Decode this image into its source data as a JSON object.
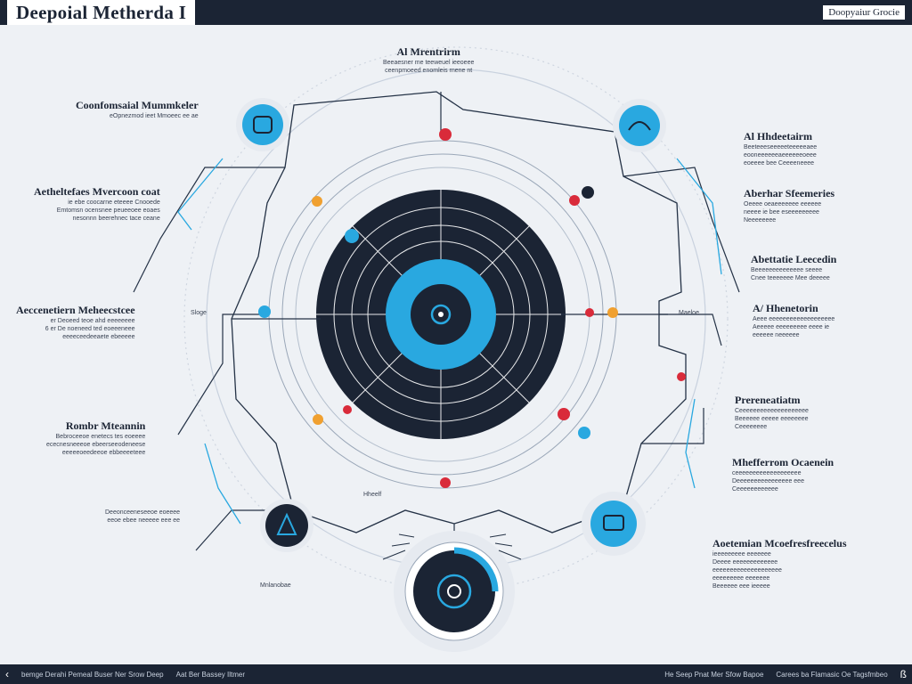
{
  "header": {
    "title": "Deepoial Metherda I",
    "brand": "Doopyaiur Grocie"
  },
  "footer": {
    "items": [
      "bemge Derahi Pemeal Buser Ner Srow Deep",
      "Aat Ber Bassey Iltmer",
      "He Seep Pnat Mer Sfow Bapoe",
      "Carees ba Flamasic Oe Tagsfmbeo"
    ]
  },
  "center": {
    "title": "Al Mrentrirm",
    "lines": [
      "Beeaesner me teeweuel ieeoeee",
      "ceenpmoeed enomleis rnene nt"
    ]
  },
  "labels_left": [
    {
      "title": "Coonfomsaial Mummkeler",
      "lines": [
        "eOpnezmod ieet Mmoeec ee ae"
      ]
    },
    {
      "title": "Aetheltefaes Mvercoon coat",
      "lines": [
        "ie ebe coocarne eteeee Cnooede",
        "Emtomsn ocensnee peueeoee eoaes",
        "nesonnn beerehnec tace ceane"
      ]
    },
    {
      "title": "Aeccenetiern Meheecstcee",
      "lines": [
        "er Deoeed teoe ahd eeeeeeee",
        "6 er De noeneed ted eoeeeneee",
        "eeeeceedeeaete ebeeeee"
      ]
    },
    {
      "title": "Rombr Mteannin",
      "lines": [
        "Bebroceeoe enetecs tes eoeeee",
        "ececnesneeeoe ebeerseeodeneese",
        "eeeeeoeedeeoe ebbeeeeteee"
      ]
    },
    {
      "title": "",
      "lines": [
        "Deeonceeneseeoe eoeeee",
        "eeoe ebee neeeee eee ee"
      ]
    }
  ],
  "labels_right": [
    {
      "title": "Al Hhdeetairm",
      "lines": [
        "Beeteeeseeeeeteeeeeaee",
        "eooneeeeeeaeeeeeeoeee",
        "eoeeee bee Ceeeeneeee"
      ]
    },
    {
      "title": "Aberhar Sfeemeries",
      "lines": [
        "Oeeee oeaeeeeeee eeeeee",
        "neeee ie bee eseeeeeeeee",
        "Neeeeeeee"
      ]
    },
    {
      "title": "Abettatie Leecedin",
      "lines": [
        "Beeeeeeeeeeeeee seeee",
        "Cnee teeeeeee Mee deeeee"
      ]
    },
    {
      "title": "A/ Hhenetorin",
      "lines": [
        "Aeee eeeeeeeeeeeeeeeeeee",
        "Aeeeee eeeeeeeee eeee ie",
        "eeeeee neeeeee"
      ]
    },
    {
      "title": "Prereneatiatm",
      "lines": [
        "Ceeeeeeeeeeeeeeeeeeee",
        "Beeeeee eeeee eeeeeeee",
        "Ceeeeeeee"
      ]
    },
    {
      "title": "Mhefferrom Ocaenein",
      "lines": [
        "ceeeeeeeeeeeeeeeeeee",
        "Deeeeeeeeeeeeeeee eee",
        "Ceeeeeeeeeeee"
      ]
    },
    {
      "title": "Aoetemian Mcoefresfreecelus",
      "lines": [
        "ieeeeeeeee eeeeeee",
        "Deeee eeeeeeeeeeeee",
        "eeeeeeeeeeeeeeeeeeee",
        "eeeeeeeee eeeeeee",
        "Beeeeee eee ieeeee"
      ]
    }
  ],
  "small_tags": [
    {
      "text": "Maeloe"
    },
    {
      "text": "Sloge"
    },
    {
      "text": "Hheelf"
    },
    {
      "text": "Mnlanobae"
    }
  ],
  "colors": {
    "navy": "#1b2434",
    "accent_blue": "#29a8e0",
    "line": "#243246",
    "orange": "#f0a030",
    "red": "#d92b3a"
  },
  "icons": [
    "brain-icon",
    "gauge-icon",
    "document-icon",
    "chart-icon",
    "target-icon"
  ]
}
